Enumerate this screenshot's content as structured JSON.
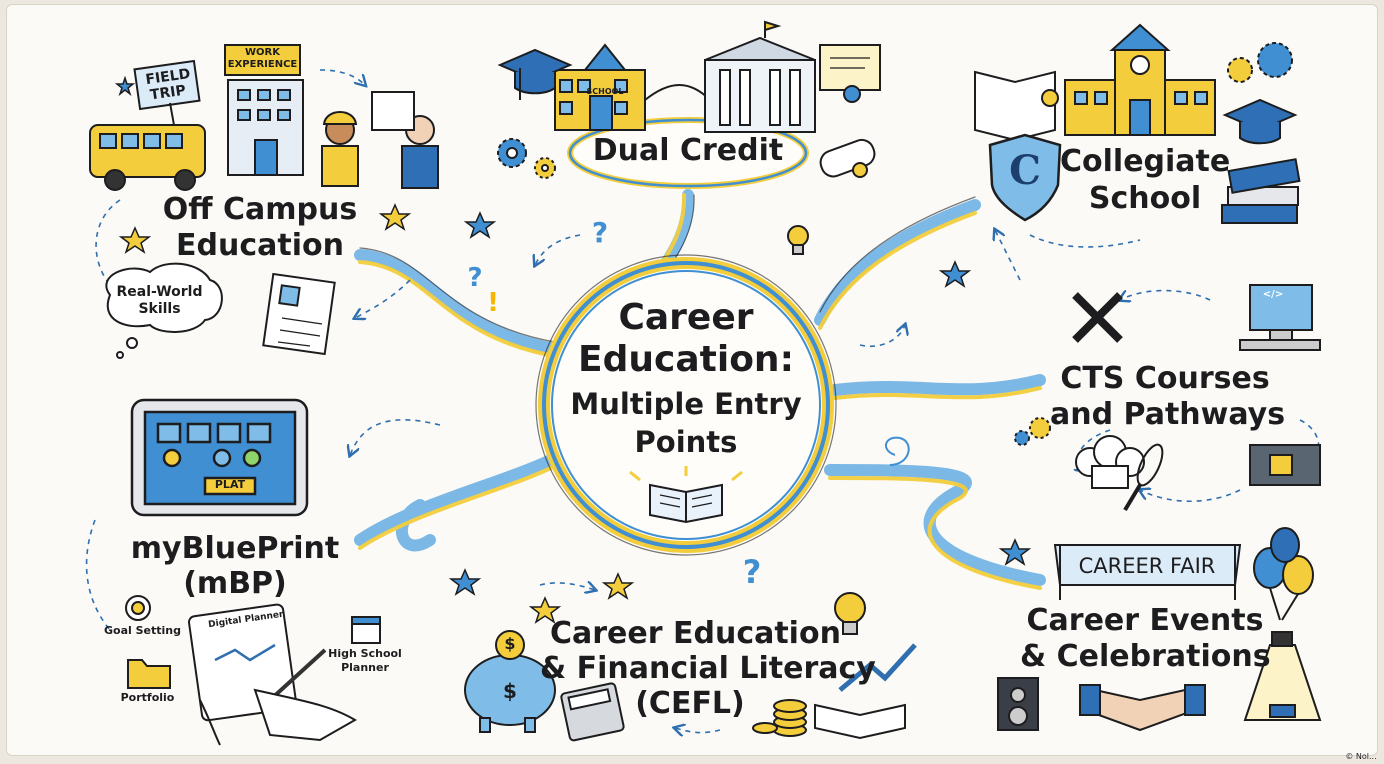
{
  "center": {
    "line1": "Career",
    "line2": "Education:",
    "line3": "Multiple Entry",
    "line4": "Points"
  },
  "nodes": {
    "dual_credit": "Dual Credit",
    "collegiate": {
      "line1": "Collegiate",
      "line2": "School"
    },
    "cts": {
      "line1": "CTS Courses",
      "line2": "and Pathways"
    },
    "events": {
      "line1": "Career Events",
      "line2": "& Celebrations"
    },
    "cefl": {
      "line1": "Career Education",
      "line2": "& Financial Literacy",
      "line3": "(CEFL)"
    },
    "mbp": {
      "line1": "myBluePrint",
      "line2": "(mBP)"
    },
    "off_campus": {
      "line1": "Off Campus",
      "line2": "Education"
    }
  },
  "small_labels": {
    "field_trip": {
      "line1": "FIELD",
      "line2": "TRIP"
    },
    "work_experience": {
      "line1": "WORK",
      "line2": "EXPERIENCE"
    },
    "school": "SCHOOL",
    "real_world": {
      "line1": "Real-World",
      "line2": "Skills"
    },
    "career_fair": "CAREER FAIR",
    "goal_setting": "Goal Setting",
    "portfolio": "Portfolio",
    "digital_planner": "Digital Planner",
    "high_school_planner": {
      "line1": "High School",
      "line2": "Planner"
    },
    "plat": "PLAT",
    "code": "</>",
    "shield_letter": "C",
    "question": "?",
    "exclaim": "!",
    "dollar": "$",
    "corner_mark": "© Nol..."
  },
  "colors": {
    "blue": "#3f8fd2",
    "yellow": "#f3cd3c",
    "ink": "#1d1d1f",
    "paper": "#fbfaf6"
  }
}
